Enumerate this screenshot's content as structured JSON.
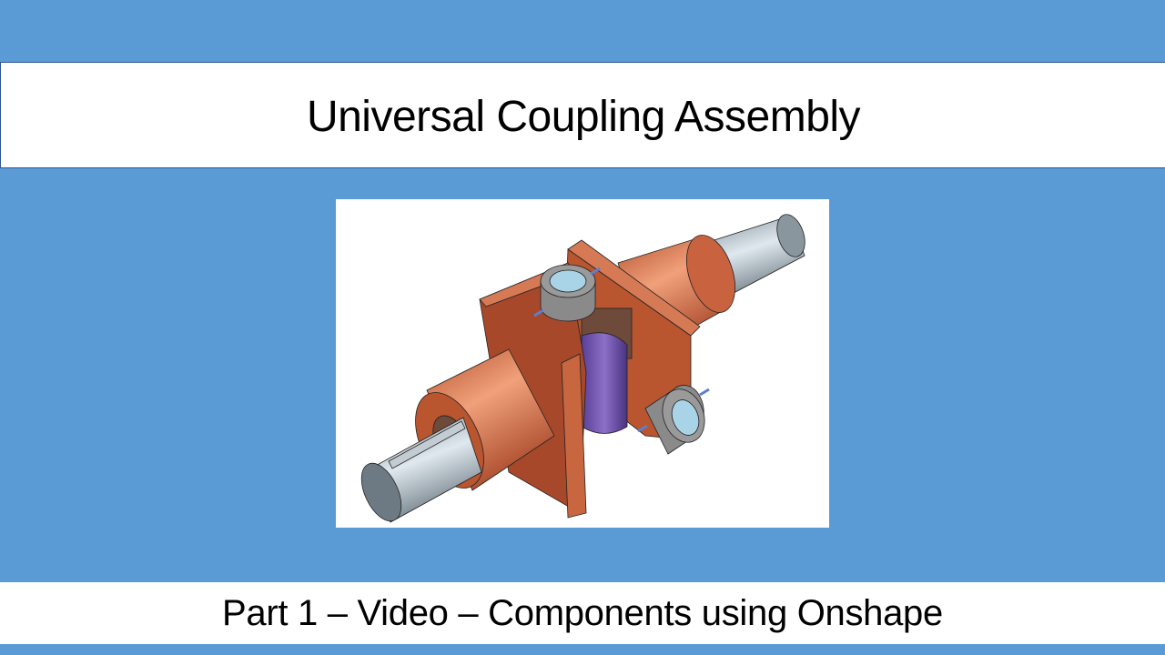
{
  "slide": {
    "title": "Universal Coupling Assembly",
    "subtitle": "Part 1 – Video – Components using Onshape",
    "figure": {
      "description": "Isometric CAD render of a universal coupling assembly: two grey shafts, copper-colored forks/hubs, purple central spider block, grey pins with blue-tinted faces and small blue cotter pins",
      "icon": "cad-assembly-image"
    }
  },
  "colors": {
    "background": "#5b9bd5",
    "title_border": "#2f5597",
    "panel": "#ffffff",
    "fork": "#c8623f",
    "fork_dark": "#8e3b22",
    "shaft": "#9aa7b0",
    "spider": "#7b5fb5",
    "pin_face": "#a9d3e6"
  }
}
